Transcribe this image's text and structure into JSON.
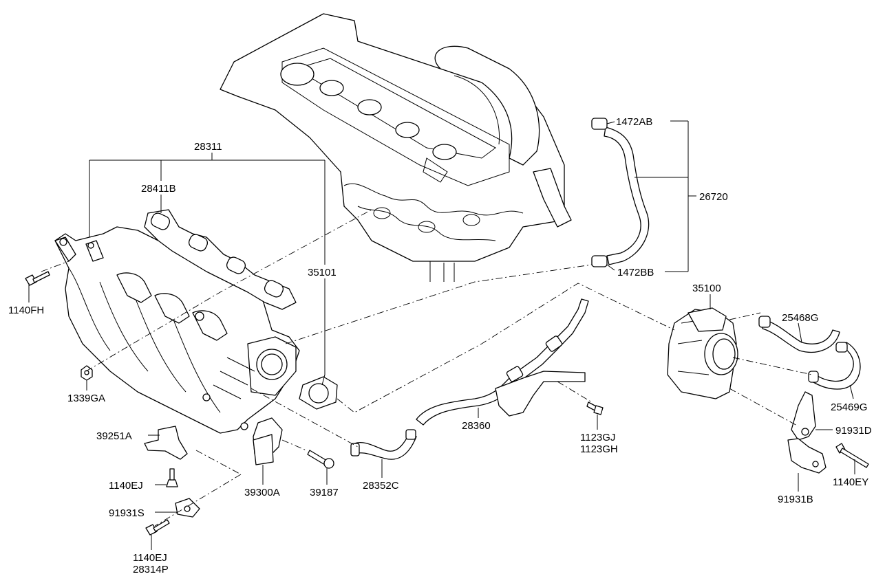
{
  "diagram": {
    "labels": {
      "p28311": "28311",
      "p28411B": "28411B",
      "p1140FH": "1140FH",
      "p1339GA": "1339GA",
      "p39251A": "39251A",
      "p1140EJ_a": "1140EJ",
      "p91931S": "91931S",
      "p1140EJ_b": "1140EJ",
      "p28314P": "28314P",
      "p39300A": "39300A",
      "p39187": "39187",
      "p35101": "35101",
      "p28352C": "28352C",
      "p28360": "28360",
      "p1123GJ": "1123GJ",
      "p1123GH": "1123GH",
      "p1472AB": "1472AB",
      "p26720": "26720",
      "p1472BB": "1472BB",
      "p35100": "35100",
      "p25468G": "25468G",
      "p25469G": "25469G",
      "p91931D": "91931D",
      "p91931B": "91931B",
      "p1140EY": "1140EY"
    },
    "colors": {
      "line": "#000000",
      "background": "#ffffff"
    }
  }
}
